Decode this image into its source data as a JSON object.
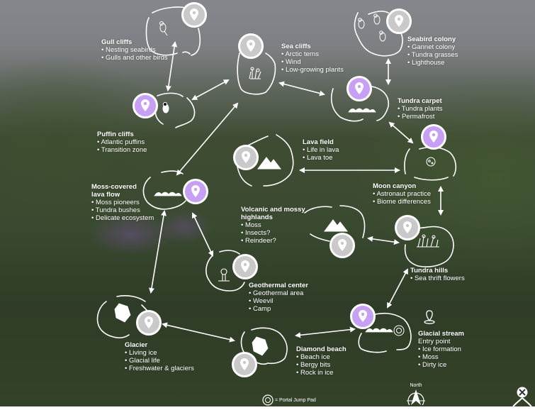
{
  "colors": {
    "visited_pin": "#c79ff4",
    "unvisited_pin": "#c9c9c9",
    "lines": "#ffffff"
  },
  "locations": [
    {
      "id": "gull-cliffs",
      "title": "Gull cliffs",
      "bullets": [
        "Nesting seabirds",
        "Gulls and other birds"
      ],
      "pin": "unvisited",
      "icon": "bird-icon"
    },
    {
      "id": "sea-cliffs",
      "title": "Sea cliffs",
      "bullets": [
        "Arctic terns",
        "Wind",
        "Low-growing plants"
      ],
      "pin": "unvisited",
      "icon": "plants-icon"
    },
    {
      "id": "seabird-colony",
      "title": "Seabird colony",
      "bullets": [
        "Gannet colony",
        "Tundra grasses",
        "Lighthouse"
      ],
      "pin": "unvisited",
      "icon": "seabirds-icon"
    },
    {
      "id": "puffin-cliffs",
      "title": "Puffin cliffs",
      "bullets": [
        "Atlantic puffins",
        "Transition zone"
      ],
      "pin": "visited",
      "icon": "puffin-icon"
    },
    {
      "id": "tundra-carpet",
      "title": "Tundra carpet",
      "bullets": [
        "Tundra plants",
        "Permafrost"
      ],
      "pin": "visited",
      "icon": "moss-icon"
    },
    {
      "id": "lava-field",
      "title": "Lava field",
      "bullets": [
        "Life in lava",
        "Lava toe"
      ],
      "pin": "unvisited",
      "icon": "mountain-icon"
    },
    {
      "id": "moon-canyon",
      "title": "Moon canyon",
      "bullets": [
        "Astronaut practice",
        "Biome differences"
      ],
      "pin": "visited",
      "icon": "moon-icon"
    },
    {
      "id": "moss-lava-flow",
      "title_lines": [
        "Moss-covered",
        "lava flow"
      ],
      "bullets": [
        "Moss pioneers",
        "Tundra bushes",
        "Delicate ecosystem"
      ],
      "pin": "visited",
      "icon": "moss-icon"
    },
    {
      "id": "volcanic-highlands",
      "title_lines": [
        "Volcanic and mossy",
        "highlands"
      ],
      "bullets": [
        "Moss",
        "Insects?",
        "Reindeer?"
      ],
      "pin": "unvisited",
      "icon": "mountain-icon"
    },
    {
      "id": "tundra-hills",
      "title": "Tundra hills",
      "bullets": [
        "Sea thrift flowers"
      ],
      "pin": "unvisited",
      "icon": "flowers-icon"
    },
    {
      "id": "geothermal-center",
      "title": "Geothermal center",
      "bullets": [
        "Geothermal area",
        "Weevil",
        "Camp"
      ],
      "pin": "unvisited",
      "icon": "geyser-icon"
    },
    {
      "id": "glacier",
      "title": "Glacier",
      "bullets": [
        "Living ice",
        "Glacial life",
        "Freshwater & glaciers"
      ],
      "pin": "unvisited",
      "icon": "ice-icon"
    },
    {
      "id": "diamond-beach",
      "title": "Diamond beach",
      "bullets": [
        "Beach ice",
        "Bergy bits",
        "Rock in ice"
      ],
      "pin": "unvisited",
      "icon": "ice-icon"
    },
    {
      "id": "glacial-stream",
      "title": "Glacial stream",
      "subtitle": "Entry point",
      "bullets": [
        "Ice formation",
        "Moss",
        "Dirty ice"
      ],
      "pin": "visited",
      "icon": "moss-icon"
    }
  ],
  "legend": {
    "portal_label": "= Portal Jump Pad"
  },
  "compass": {
    "label": "North"
  },
  "exit": {
    "icon": "exit-icon"
  }
}
